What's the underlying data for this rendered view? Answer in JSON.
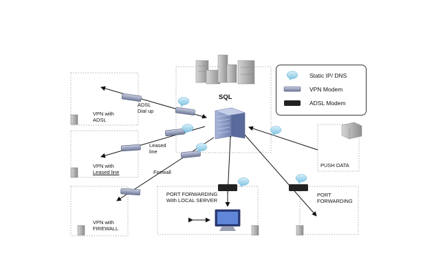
{
  "labels": {
    "sql": "SQL",
    "vpn_adsl": "VPN with\nADSL",
    "adsl_dialup": "ADSL\nDial up",
    "leased_line": "Leased\nline",
    "vpn_leased_line_1": "VPN with",
    "vpn_leased_line_2": "Leased line",
    "firewall": "Firewall",
    "vpn_firewall": "VPN with\nFIREWALL",
    "port_forwarding_local": "PORT FORWARDING\nWith LOCAL SERVER",
    "port_forwarding": "PORT\nFORWARDING",
    "push_data": "PUSH DATA"
  },
  "legend": {
    "items": [
      {
        "label": "Static IP/ DNS",
        "icon": "cloud-bubble-icon"
      },
      {
        "label": "VPN Modem",
        "icon": "vpn-modem-icon"
      },
      {
        "label": "ADSL Modem",
        "icon": "adsl-modem-icon"
      }
    ]
  },
  "colors": {
    "static_ip_bubble": "#9fd3ea",
    "vpn_modem": "#8a93b5",
    "adsl_modem": "#222222",
    "dotted_border": "#b0b0b0",
    "arrow": "#111111"
  }
}
